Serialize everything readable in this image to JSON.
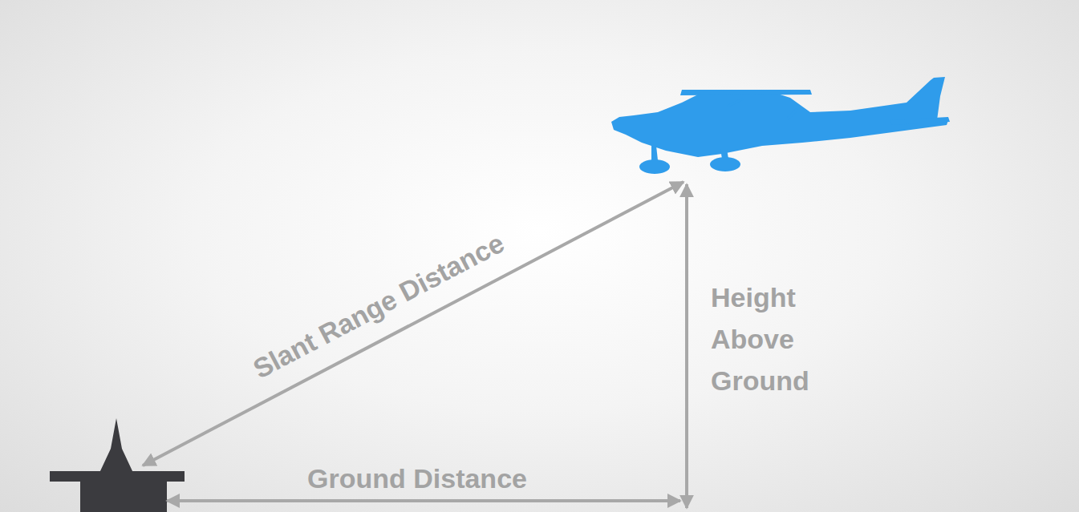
{
  "diagram": {
    "labels": [
      "Slant Range Distance",
      "Height Above Ground",
      "Ground Distance"
    ]
  }
}
